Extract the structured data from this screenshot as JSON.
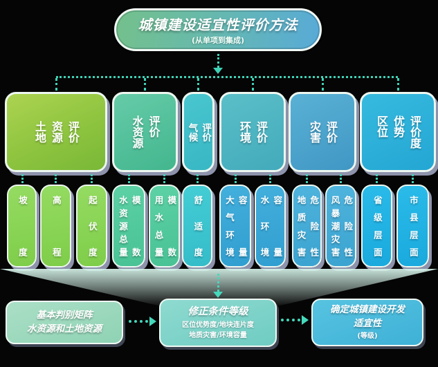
{
  "title": {
    "main": "城镇建设适宜性评价方法",
    "subtitle": "(从单项到集成)"
  },
  "columns": [
    {
      "name": "land-resource",
      "header": "土地\n资源\n评价",
      "items": [
        "坡度",
        "高程",
        "起伏度"
      ]
    },
    {
      "name": "water-resource",
      "header": "水资源\n评价",
      "items": [
        "水资源总量\n模数",
        "用水总量\n模数"
      ]
    },
    {
      "name": "climate",
      "header": "气候\n评价",
      "items": [
        "舒适度"
      ]
    },
    {
      "name": "environment",
      "header": "环境\n评价",
      "items": [
        "大气环境\n容量",
        "水环境\n容量"
      ]
    },
    {
      "name": "disaster",
      "header": "灾害\n评价",
      "items": [
        "地质灾害\n危险性",
        "风暴潮灾害\n危险性"
      ]
    },
    {
      "name": "location-advantage",
      "header": "区位\n优势\n评价度",
      "items": [
        "省级层面",
        "市县层面"
      ]
    }
  ],
  "flow": {
    "box1": {
      "line1": "基本判别矩阵",
      "line2": "水资源和土地资源"
    },
    "box2": {
      "title": "修正条件等级",
      "line1": "区位优势度/地块连片度",
      "line2": "地质灾害/环境容量"
    },
    "box3": {
      "line1": "确定城镇建设开发",
      "line2": "适宜性",
      "line3": "(等级)"
    }
  },
  "colors": {
    "background": "#050505",
    "dotted_connector": "#3ed2b6",
    "card_border": "#edf7f0",
    "card_shadow": "#8e93ac",
    "title_gradient": [
      "#74c18b",
      "#58aad8"
    ],
    "column_palette": [
      "#8ec43f",
      "#52c09a",
      "#38b7c4",
      "#42aabb",
      "#4097c4",
      "#23a6d3"
    ],
    "subcard_palette": [
      "#7ecd49",
      "#49c295",
      "#34bcc9",
      "#309ed0",
      "#3ba3d0",
      "#19a9dd"
    ],
    "flow_boxes": [
      "#8fd2b4",
      "#6fccc2",
      "#3eb1d6"
    ]
  }
}
